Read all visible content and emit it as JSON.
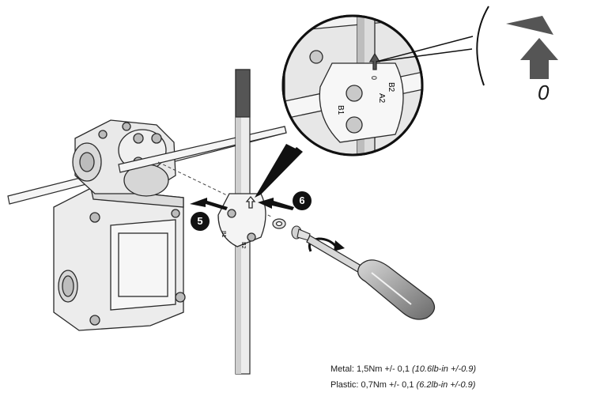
{
  "callouts": {
    "step_a": "5",
    "step_b": "6"
  },
  "indicator": {
    "zero_mark": "0"
  },
  "cam_labels": {
    "a2": "A2",
    "b2": "B2",
    "b1": "B1",
    "zero": "0"
  },
  "torque": {
    "metal_label": "Metal:",
    "metal_value": "1,5Nm +/- 0,1",
    "metal_imperial": "(10.6lb-in +/-0.9)",
    "plastic_label": "Plastic:",
    "plastic_value": "0,7Nm +/- 0,1",
    "plastic_imperial": "(6.2lb-in +/-0.9)"
  },
  "colors": {
    "line": "#2a2a2a",
    "body": "#f2f2f2",
    "shade": "#cfcfcf",
    "dark": "#111111"
  }
}
